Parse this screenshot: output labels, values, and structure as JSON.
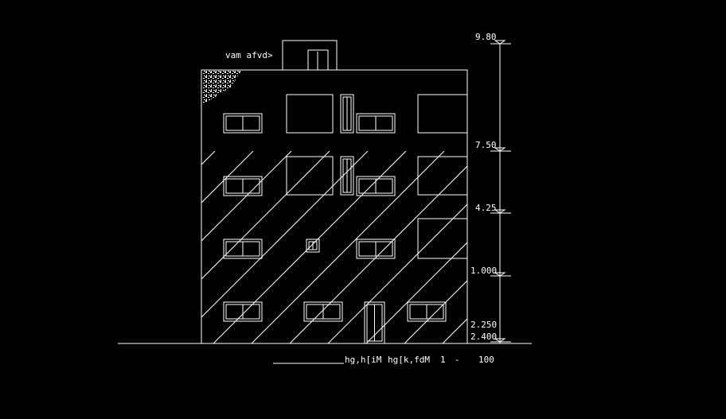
{
  "drawing": {
    "roof_label": "vam afvd>",
    "title": "hg,h[iM",
    "subtitle": "hg[k,fdM",
    "scale_left": "1",
    "scale_dash": "-",
    "scale_right": "100",
    "levels": [
      "9.80",
      "7.50",
      "4.25",
      "1.000",
      "2.250",
      "2.400"
    ]
  },
  "colors": {
    "background": "#000000",
    "lines": "#ffffff"
  }
}
